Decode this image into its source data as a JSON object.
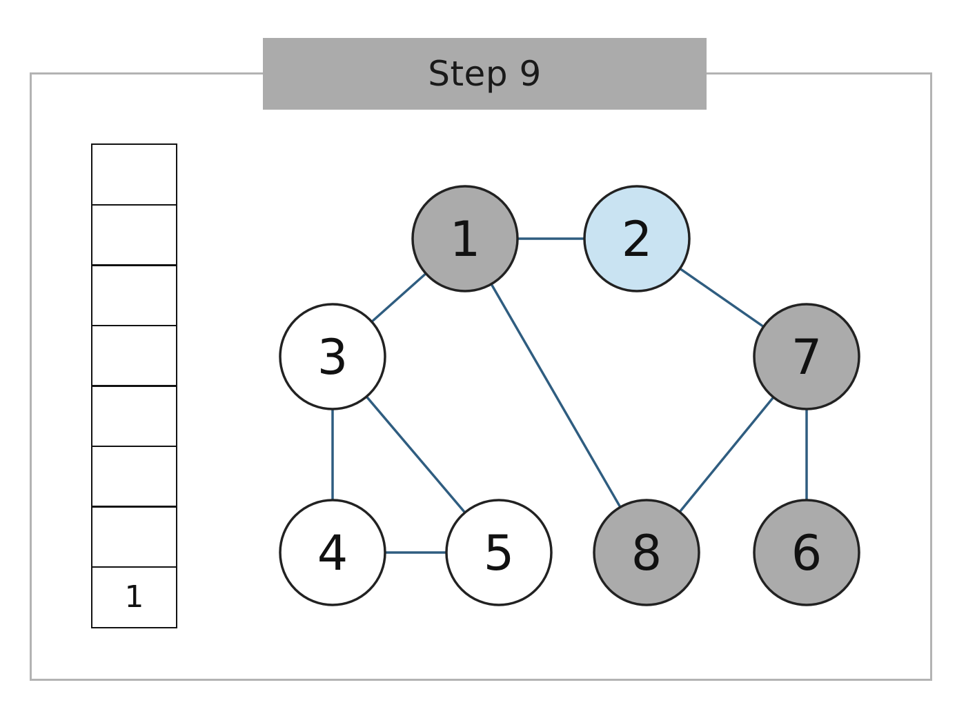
{
  "title": "Step 9",
  "stack": {
    "cells": [
      "",
      "",
      "",
      "",
      "",
      "",
      "",
      "1"
    ]
  },
  "colors": {
    "visited": "#ababab",
    "current": "#c9e3f2",
    "unvisited": "#ffffff",
    "edge": "#2f5d80",
    "node_border": "#222222"
  },
  "graph": {
    "nodes": [
      {
        "id": "1",
        "label": "1",
        "state": "visited"
      },
      {
        "id": "2",
        "label": "2",
        "state": "current"
      },
      {
        "id": "3",
        "label": "3",
        "state": "unvisited"
      },
      {
        "id": "7",
        "label": "7",
        "state": "visited"
      },
      {
        "id": "4",
        "label": "4",
        "state": "unvisited"
      },
      {
        "id": "5",
        "label": "5",
        "state": "unvisited"
      },
      {
        "id": "8",
        "label": "8",
        "state": "visited"
      },
      {
        "id": "6",
        "label": "6",
        "state": "visited"
      }
    ],
    "edges": [
      [
        "1",
        "2"
      ],
      [
        "1",
        "3"
      ],
      [
        "1",
        "8"
      ],
      [
        "2",
        "7"
      ],
      [
        "3",
        "4"
      ],
      [
        "3",
        "5"
      ],
      [
        "4",
        "5"
      ],
      [
        "7",
        "8"
      ],
      [
        "7",
        "6"
      ]
    ]
  }
}
